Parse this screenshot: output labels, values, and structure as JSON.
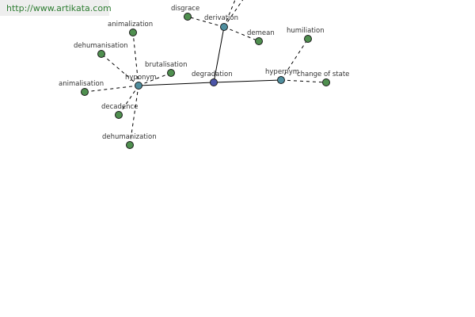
{
  "banner": {
    "url": "http://www.artikata.com"
  },
  "colors": {
    "leaf": "#4f8f4f",
    "relation": "#4f8e9e",
    "center": "#4b55a8"
  },
  "diagram": {
    "nodes": [
      {
        "id": "degradation",
        "label": "degradation",
        "kind": "center"
      },
      {
        "id": "hyponym",
        "label": "hyponym",
        "kind": "relation"
      },
      {
        "id": "derivation",
        "label": "derivation",
        "kind": "relation"
      },
      {
        "id": "hypernym",
        "label": "hypernym",
        "kind": "relation"
      },
      {
        "id": "animalization",
        "label": "animalization",
        "kind": "leaf"
      },
      {
        "id": "dehumanisation",
        "label": "dehumanisation",
        "kind": "leaf"
      },
      {
        "id": "brutalisation",
        "label": "brutalisation",
        "kind": "leaf"
      },
      {
        "id": "animalisation",
        "label": "animalisation",
        "kind": "leaf"
      },
      {
        "id": "decadence",
        "label": "decadence",
        "kind": "leaf"
      },
      {
        "id": "dehumanization",
        "label": "dehumanization",
        "kind": "leaf"
      },
      {
        "id": "disgrace",
        "label": "disgrace",
        "kind": "leaf"
      },
      {
        "id": "demean",
        "label": "demean",
        "kind": "leaf"
      },
      {
        "id": "humiliation",
        "label": "humiliation",
        "kind": "leaf"
      },
      {
        "id": "change-of-state",
        "label": "change of state",
        "kind": "leaf"
      }
    ],
    "edges": [
      {
        "from": "degradation",
        "to": "hyponym",
        "style": "solid"
      },
      {
        "from": "degradation",
        "to": "derivation",
        "style": "solid"
      },
      {
        "from": "degradation",
        "to": "hypernym",
        "style": "solid"
      },
      {
        "from": "hyponym",
        "to": "animalization",
        "style": "dashed"
      },
      {
        "from": "hyponym",
        "to": "dehumanisation",
        "style": "dashed"
      },
      {
        "from": "hyponym",
        "to": "brutalisation",
        "style": "dashed"
      },
      {
        "from": "hyponym",
        "to": "animalisation",
        "style": "dashed"
      },
      {
        "from": "hyponym",
        "to": "decadence",
        "style": "dashed"
      },
      {
        "from": "hyponym",
        "to": "dehumanization",
        "style": "dashed"
      },
      {
        "from": "derivation",
        "to": "disgrace",
        "style": "dashed"
      },
      {
        "from": "derivation",
        "to": "demean",
        "style": "dashed"
      },
      {
        "from": "hypernym",
        "to": "humiliation",
        "style": "dashed"
      },
      {
        "from": "hypernym",
        "to": "change-of-state",
        "style": "dashed"
      }
    ]
  }
}
